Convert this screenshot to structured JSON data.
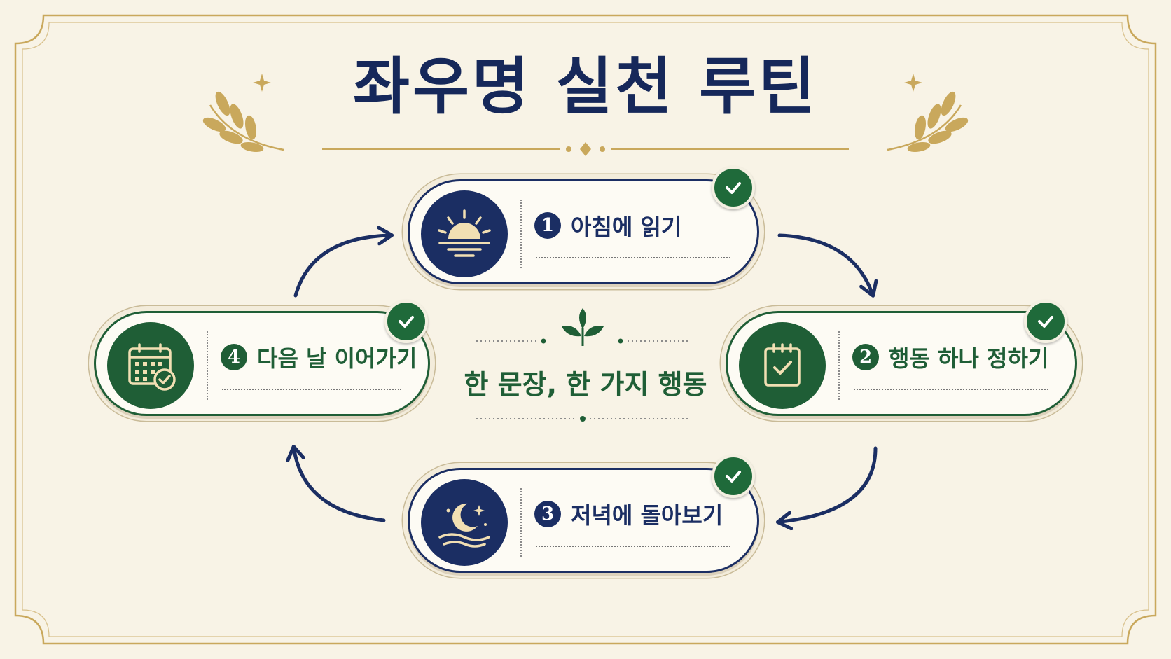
{
  "title": "좌우명 실천 루틴",
  "center_text": "한 문장, 한 가지 행동",
  "colors": {
    "navy": "#1b2e63",
    "green": "#1f5e36",
    "gold": "#c9a85c",
    "background": "#f8f3e6"
  },
  "steps": [
    {
      "number": "1",
      "label": "아침에 읽기",
      "icon": "sunrise-icon",
      "color": "navy",
      "checked": true
    },
    {
      "number": "2",
      "label": "행동 하나 정하기",
      "icon": "clipboard-check-icon",
      "color": "green",
      "checked": true
    },
    {
      "number": "3",
      "label": "저녁에 돌아보기",
      "icon": "moon-stars-icon",
      "color": "navy",
      "checked": true
    },
    {
      "number": "4",
      "label": "다음 날 이어가기",
      "icon": "calendar-check-icon",
      "color": "green",
      "checked": true
    }
  ],
  "connectors": [
    {
      "from": "1",
      "to": "2"
    },
    {
      "from": "2",
      "to": "3"
    },
    {
      "from": "3",
      "to": "4"
    },
    {
      "from": "4",
      "to": "1"
    }
  ]
}
